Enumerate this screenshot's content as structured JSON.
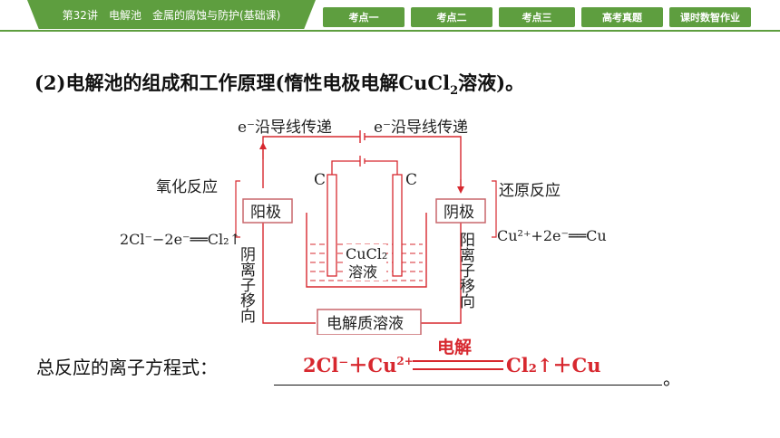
{
  "header": {
    "lesson_title": "第32讲　电解池　金属的腐蚀与防护(基础课)",
    "tabs": [
      {
        "label": "考点一"
      },
      {
        "label": "考点二"
      },
      {
        "label": "考点三"
      },
      {
        "label": "高考真题"
      },
      {
        "label": "课时数智作业"
      }
    ]
  },
  "heading": {
    "prefix": "(2)电解池的组成和工作原理(惰性电极电解CuCl",
    "sub": "2",
    "suffix": "溶液)。"
  },
  "diagram": {
    "e_flow_left": "e⁻沿导线传递",
    "e_flow_right": "e⁻沿导线传递",
    "electrode_left": "C",
    "electrode_right": "C",
    "anode_label": "阳极",
    "cathode_label": "阴极",
    "anode_reaction_type": "氧化反应",
    "cathode_reaction_type": "还原反应",
    "anode_equation": "2Cl⁻−2e⁻══Cl₂↑",
    "cathode_equation": "Cu²⁺+2e⁻══Cu",
    "anion_migration": "阴离子移向",
    "cation_migration": "阳离子移向",
    "solution_line1": "CuCl₂",
    "solution_line2": "溶液",
    "electrolyte_label": "电解质溶液",
    "colors": {
      "line": "#d7282f",
      "box_border": "#c9676c"
    }
  },
  "total_reaction": {
    "prompt": "总反应的离子方程式：",
    "condition": "电解",
    "left": "2Cl⁻＋Cu",
    "left_sup": "2+",
    "right": "Cl₂↑＋Cu",
    "end": "。"
  },
  "colors": {
    "accent": "#5e9e3f",
    "answer": "#d7282f"
  }
}
